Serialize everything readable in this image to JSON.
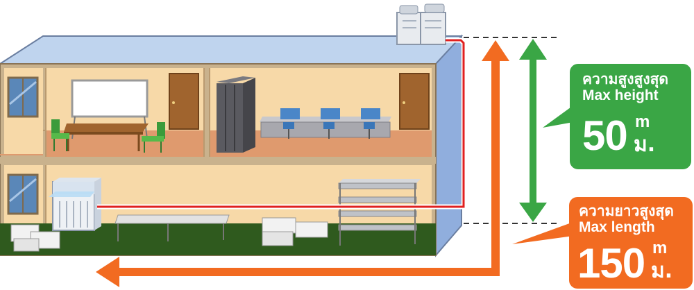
{
  "height_callout": {
    "label_th": "ความสูงสูงสุด",
    "label_en": "Max height",
    "value": "50",
    "unit_en": "m",
    "unit_th": "ม.",
    "color": "#3aa645"
  },
  "length_callout": {
    "label_th": "ความยาวสูงสุด",
    "label_en": "Max length",
    "value": "150",
    "unit_en": "m",
    "unit_th": "ม.",
    "color": "#f26b21"
  },
  "colors": {
    "building_roof": "#bfd4ee",
    "building_side": "#90aedd",
    "wall": "#f7d9a8",
    "floor_upper": "#df9a6e",
    "floor_lower": "#2f5a1e",
    "pipe": "#e02020"
  }
}
